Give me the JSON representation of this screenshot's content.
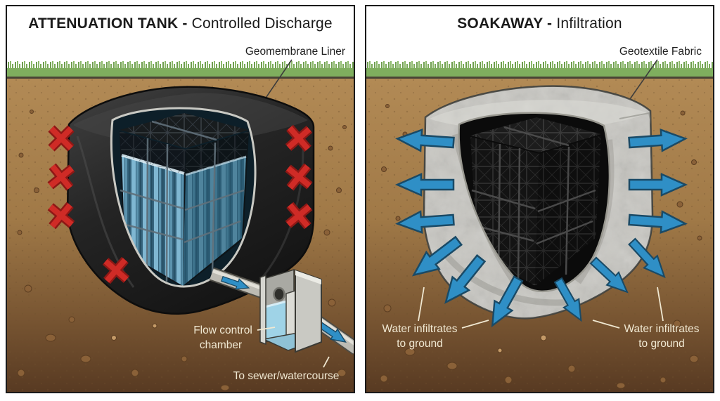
{
  "diagram": {
    "type": "comparison-illustration",
    "subject": "stormwater crate systems underground cross-sections"
  },
  "panels": {
    "attenuation": {
      "title_bold": "ATTENUATION TANK -",
      "title_regular": "Controlled Discharge",
      "callout": "Geomembrane Liner",
      "label_flow_control_1": "Flow control",
      "label_flow_control_2": "chamber",
      "label_outlet": "To sewer/watercourse",
      "blocked_marks_count": 7
    },
    "soakaway": {
      "title_bold": "SOAKAWAY -",
      "title_regular": "Infiltration",
      "callout": "Geotextile Fabric",
      "label_left_1": "Water infiltrates",
      "label_left_2": "to ground",
      "label_right_1": "Water infiltrates",
      "label_right_2": "to ground",
      "infiltration_arrows_count": 12
    }
  },
  "icons": {
    "blocked": "red-x-mark",
    "flow": "blue-arrow"
  },
  "colors": {
    "grass": "#7fae5e",
    "soil_top": "#b28a55",
    "soil_bottom": "#583a22",
    "membrane_black": "#232323",
    "geotextile_grey": "#c8c7c2",
    "water_blue": "#7fb7d2",
    "arrow_blue": "#2f8fc6",
    "x_red": "#cf2b26",
    "label_cream": "#f0e8d2",
    "title_text": "#1a1a1a"
  }
}
